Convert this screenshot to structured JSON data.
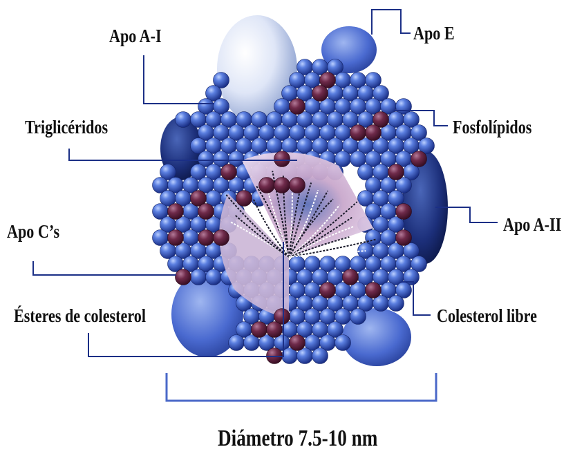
{
  "labels": {
    "apo_a1": "Apo  A-I",
    "apo_e": "Apo E",
    "trigliceridos": "Triglicéridos",
    "fosfolipidos": "Fosfolípidos",
    "apo_cs": "Apo C’s",
    "apo_a2": "Apo A-II",
    "esteres": "Ésteres de colesterol",
    "colesterol_libre": "Colesterol libre"
  },
  "caption": "Diámetro 7.5-10 nm",
  "colors": {
    "phospholipid_head": "#3a5bc4",
    "free_cholesterol": "#6e2a4a",
    "apo_light": "#dfe6f7",
    "apo_dark": "#0f1f4f",
    "core": "#c9a8cc",
    "leader_line": "#1b2f86",
    "bracket": "#4a68c8",
    "text": "#111111"
  }
}
